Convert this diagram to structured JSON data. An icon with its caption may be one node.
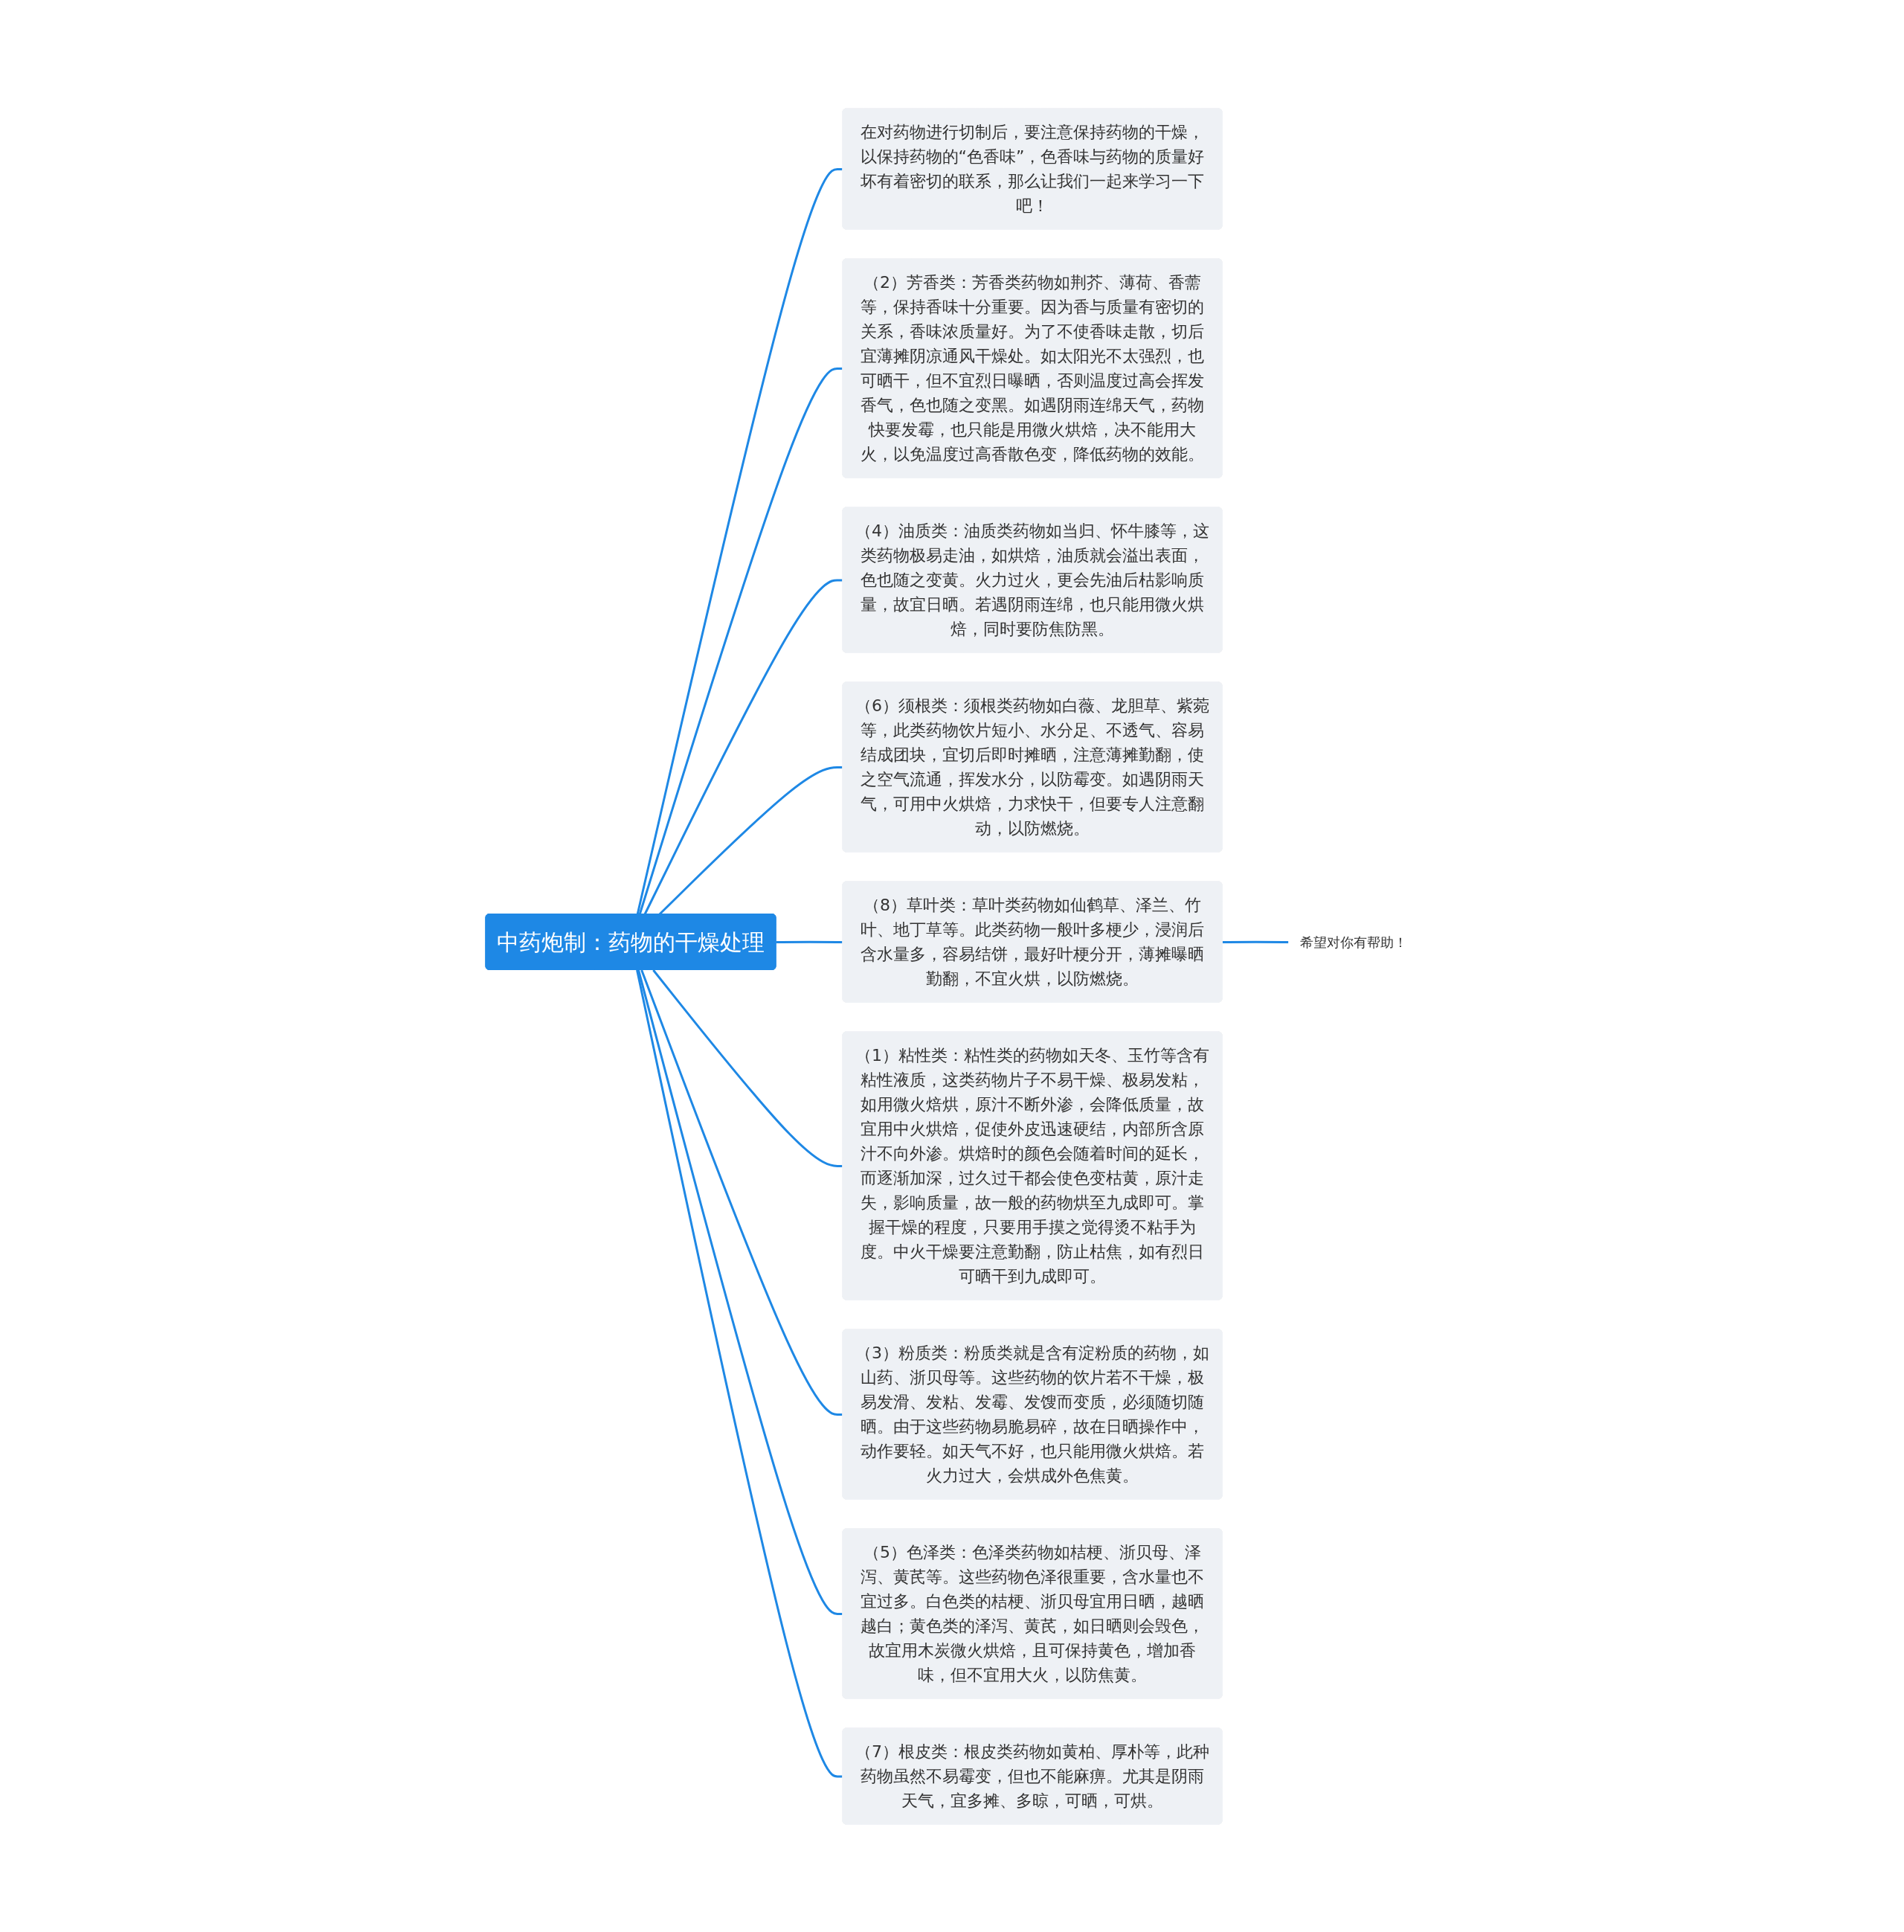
{
  "diagram": {
    "nodes": [
      {
        "text": [
          "中药炮制：药物的干燥处理"
        ]
      },
      {
        "text": [
          "在对药物进行切制后，要注意保持药物的干燥，以保持药物的“色香味”，色香味与药物的质量好坏有着密切的联系，那么让我们一起来学习一下吧！"
        ]
      },
      {
        "text": [
          "（2）芳香类：芳香类药物如荆芥、薄荷、香薷等，保持香味十分重要。因为香与质量有密切的关系，香味浓质量好。为了不使香味走散，切后宜薄摊阴凉通风干燥处。如太阳光不太强烈，也可晒干，但不宜烈日曝晒，否则温度过高会挥发香气，色也随之变黑。如遇阴雨连绵天气，药物快要发霉，也只能是用微火烘焙，决不能用大火，以免温度过高香散色变，降低药物的效能。"
        ]
      },
      {
        "text": [
          "（4）油质类：油质类药物如当归、怀牛膝等，这类药物极易走油，如烘焙，油质就会溢出表面，色也随之变黄。火力过火，更会先油后枯影响质量，故宜日晒。若遇阴雨连绵，也只能用微火烘焙，同时要防焦防黑。"
        ]
      },
      {
        "text": [
          "（6）须根类：须根类药物如白薇、龙胆草、紫菀等，此类药物饮片短小、水分足、不透气、容易结成团块，宜切后即时摊晒，注意薄摊勤翻，使之空气流通，挥发水分，以防霉变。如遇阴雨天气，可用中火烘焙，力求快干，但要专人注意翻动，以防燃烧。"
        ]
      },
      {
        "text": [
          "（8）草叶类：草叶类药物如仙鹤草、泽兰、竹叶、地丁草等。此类药物一般叶多梗少，浸润后含水量多，容易结饼，最好叶梗分开，薄摊曝晒勤翻，不宜火烘，以防燃烧。"
        ]
      },
      {
        "text": [
          "希望对你有帮助！"
        ]
      },
      {
        "text": [
          "（1）粘性类：粘性类的药物如天冬、玉竹等含有粘性液质，这类药物片子不易干燥、极易发粘，如用微火焙烘，原汁不断外渗，会降低质量，故宜用中火烘焙，促使外皮迅速硬结，内部所含原汁不向外渗。烘焙时的颜色会随着时间的延长，而逐渐加深，过久过干都会使色变枯黄，原汁走失，影响质量，故一般的药物烘至九成即可。掌握干燥的程度，只要用手摸之觉得烫不粘手为度。中火干燥要注意勤翻，防止枯焦，如有烈日可晒干到九成即可。"
        ]
      },
      {
        "text": [
          "（3）粉质类：粉质类就是含有淀粉质的药物，如山药、浙贝母等。这些药物的饮片若不干燥，极易发滑、发粘、发霉、发馊而变质，必须随切随晒。由于这些药物易脆易碎，故在日晒操作中，动作要轻。如天气不好，也只能用微火烘焙。若火力过大，会烘成外色焦黄。"
        ]
      },
      {
        "text": [
          "（5）色泽类：色泽类药物如桔梗、浙贝母、泽泻、黄芪等。这些药物色泽很重要，含水量也不宜过多。白色类的桔梗、浙贝母宜用日晒，越晒越白；黄色类的泽泻、黄芪，如日晒则会毁色，故宜用木炭微火烘焙，且可保持黄色，增加香味，但不宜用大火，以防焦黄。"
        ]
      },
      {
        "text": [
          "（7）根皮类：根皮类药物如黄柏、厚朴等，此种药物虽然不易霉变，但也不能麻痹。尤其是阴雨天气，宜多摊、多晾，可晒，可烘。"
        ]
      }
    ],
    "edges": [
      {
        "from": 0,
        "to": 1,
        "arrow": "none"
      },
      {
        "from": 0,
        "to": 2,
        "arrow": "none"
      },
      {
        "from": 0,
        "to": 3,
        "arrow": "none"
      },
      {
        "from": 0,
        "to": 4,
        "arrow": "none"
      },
      {
        "from": 0,
        "to": 5,
        "arrow": "none"
      },
      {
        "from": 5,
        "to": 6,
        "arrow": "none"
      },
      {
        "from": 0,
        "to": 7,
        "arrow": "none"
      },
      {
        "from": 0,
        "to": 8,
        "arrow": "none"
      },
      {
        "from": 0,
        "to": 9,
        "arrow": "none"
      },
      {
        "from": 0,
        "to": 10,
        "arrow": "none"
      }
    ]
  }
}
